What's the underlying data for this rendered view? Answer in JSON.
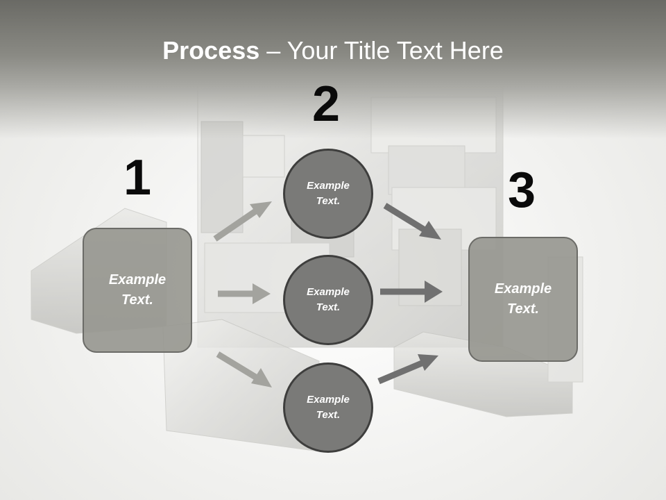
{
  "slide": {
    "title_bold": "Process",
    "title_rest": " – Your Title Text Here"
  },
  "steps": {
    "one": {
      "number": "1",
      "box_line1": "Example",
      "box_line2": "Text."
    },
    "two": {
      "number": "2",
      "circles": [
        {
          "line1": "Example",
          "line2": "Text."
        },
        {
          "line1": "Example",
          "line2": "Text."
        },
        {
          "line1": "Example",
          "line2": "Text."
        }
      ]
    },
    "three": {
      "number": "3",
      "box_line1": "Example",
      "box_line2": "Text."
    }
  },
  "colors": {
    "title_band": "#7d7d77",
    "box_fill": "#96968f",
    "circle_fill": "#7a7a78",
    "arrow_light": "#a3a39e",
    "arrow_dark": "#707070"
  }
}
